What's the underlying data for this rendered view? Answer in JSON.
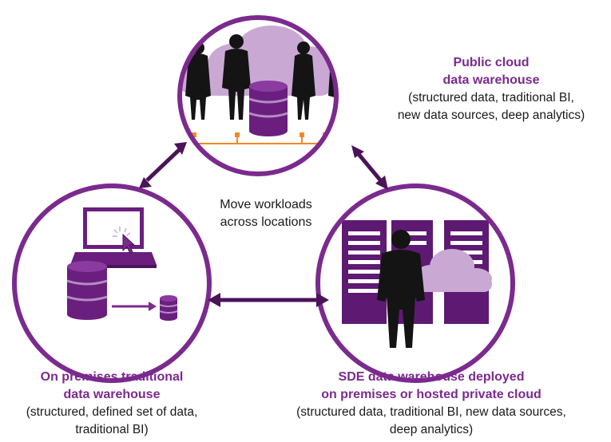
{
  "diagram": {
    "center_label": [
      "Move workloads",
      "across locations"
    ],
    "public_cloud": {
      "title": [
        "Public cloud",
        "data warehouse"
      ],
      "details": [
        "(structured data, traditional BI,",
        "new data sources, deep analytics)"
      ]
    },
    "on_premises": {
      "title": [
        "On premises traditional",
        "data warehouse"
      ],
      "details": [
        "(structured, defined set of data,",
        "traditional BI)"
      ]
    },
    "sde": {
      "title": [
        "SDE data warehouse deployed",
        "on premises or hosted private cloud"
      ],
      "details": [
        "(structured data, traditional BI, new data sources,",
        "deep analytics)"
      ]
    }
  },
  "colors": {
    "ring": "#7b2a8e",
    "cloud": "#c9a9d3",
    "db_dark": "#6a1f7e",
    "db_band": "#b48cc4",
    "silhouette": "#141414",
    "rack": "#5e1a72",
    "rail": "#f08a24"
  }
}
